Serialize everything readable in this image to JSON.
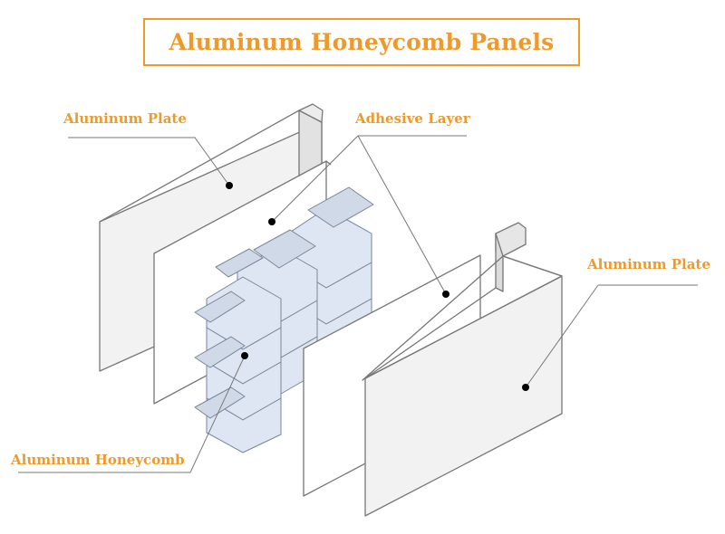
{
  "title": "Aluminum Honeycomb Panels",
  "labels": {
    "plate_left": "Aluminum Plate",
    "adhesive": "Adhesive Layer",
    "plate_right": "Aluminum Plate",
    "honeycomb": "Aluminum Honeycomb"
  },
  "colors": {
    "accent": "#ee9a2a",
    "line": "#777777",
    "plate_fill": "#efefef",
    "honeycomb_fill": "#dde6f2",
    "marker": "#000000"
  }
}
